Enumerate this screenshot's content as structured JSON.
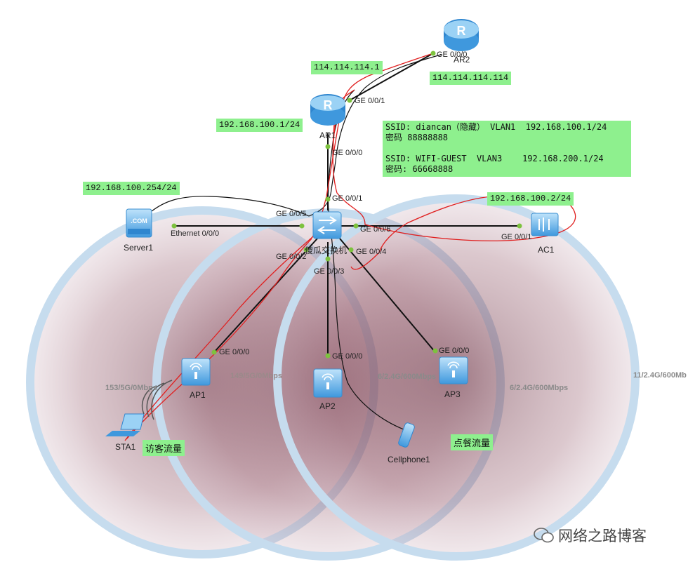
{
  "devices": {
    "ar2": {
      "name": "AR2",
      "glyph": "R"
    },
    "ar1": {
      "name": "AR1",
      "glyph": "R"
    },
    "switch": {
      "name": "傻瓜交换机"
    },
    "server": {
      "name": "Server1",
      "glyph": ".COM"
    },
    "ac": {
      "name": "AC1"
    },
    "ap1": {
      "name": "AP1"
    },
    "ap2": {
      "name": "AP2"
    },
    "ap3": {
      "name": "AP3"
    },
    "sta": {
      "name": "STA1"
    },
    "phone": {
      "name": "Cellphone1"
    }
  },
  "ports": {
    "ar2_ge000": "GE 0/0/0",
    "ar1_ge001": "GE 0/0/1",
    "ar1_ge000": "GE 0/0/0",
    "sw_ge001": "GE 0/0/1",
    "sw_ge005": "GE 0/0/5",
    "sw_ge006": "GE 0/0/6",
    "sw_ge002": "GE 0/0/2",
    "sw_ge004": "GE 0/0/4",
    "sw_ge003": "GE 0/0/3",
    "server_eth": "Ethernet 0/0/0",
    "ac_ge001": "GE 0/0/1",
    "ap1_ge000": "GE 0/0/0",
    "ap2_ge000": "GE 0/0/0",
    "ap3_ge000": "GE 0/0/0"
  },
  "ip_labels": {
    "ar2_ip": "114.114.114.1",
    "ar2_link": "114.114.114.114",
    "ar1_lan": "192.168.100.1/24",
    "server_ip": "192.168.100.254/24",
    "ac_ip": "192.168.100.2/24"
  },
  "ssid_box": {
    "line1": "SSID: diancan（隐藏） VLAN1  192.168.100.1/24",
    "line2": "密码 88888888",
    "line3": "",
    "line4": "SSID: WIFI-GUEST  VLAN3    192.168.200.1/24",
    "line5": "密码: 66668888"
  },
  "wireless_rates": {
    "ap1_left": "153/5G/0Mbps",
    "ap1_right": "149/5G/0Mbps",
    "ap2_right": "6/2.4G/600Mbps",
    "ap3_right": "6/2.4G/600Mbps",
    "far_right": "11/2.4G/600Mb"
  },
  "traffic_labels": {
    "guest": "访客流量",
    "order": "点餐流量"
  },
  "watermark": "网络之路博客",
  "colors": {
    "coverage_outer": "#c6dcee",
    "coverage_inner": "#b07887",
    "link": "#111111",
    "flow": "#e02020",
    "port_dot": "#7dc23e",
    "label_bg": "#8ef08e",
    "device_blue": "#3f98dd"
  }
}
